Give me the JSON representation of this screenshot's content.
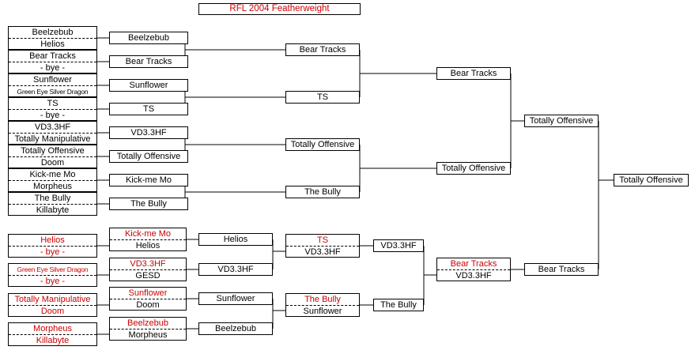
{
  "title": "RFL 2004 Featherweight",
  "colors": {
    "loser_text": "#cc0000",
    "line": "#000000"
  },
  "entrants": [
    [
      "Beelzebub",
      "Helios"
    ],
    [
      "Bear Tracks",
      "- bye -"
    ],
    [
      "Sunflower",
      "Green Eye Silver Dragon"
    ],
    [
      "TS",
      "- bye -"
    ],
    [
      "VD3.3HF",
      "Totally Manipulative"
    ],
    [
      "Totally Offensive",
      "Doom"
    ],
    [
      "Kick-me Mo",
      "Morpheus"
    ],
    [
      "The Bully",
      "Killabyte"
    ]
  ],
  "winners": {
    "r1": [
      "Beelzebub",
      "Bear Tracks",
      "Sunflower",
      "TS",
      "VD3.3HF",
      "Totally Offensive",
      "Kick-me Mo",
      "The Bully"
    ],
    "r2": [
      "Bear Tracks",
      "TS",
      "Totally Offensive",
      "The Bully"
    ],
    "r3": [
      "Bear Tracks",
      "Totally Offensive"
    ],
    "r4": "Totally Offensive",
    "champion": "Totally Offensive"
  },
  "losers": {
    "lr1": [
      [
        "Helios",
        "- bye -"
      ],
      [
        "Green Eye Silver Dragon",
        "- bye -"
      ],
      [
        "Totally Manipulative",
        "Doom"
      ],
      [
        "Morpheus",
        "Killabyte"
      ]
    ],
    "lr2": [
      [
        "Kick-me Mo",
        "Helios"
      ],
      [
        "VD3.3HF",
        "GESD"
      ],
      [
        "Sunflower",
        "Doom"
      ],
      [
        "Beelzebub",
        "Morpheus"
      ]
    ],
    "lr3": [
      "Helios",
      "VD3.3HF",
      "Sunflower",
      "Beelzebub"
    ],
    "lr4": [
      [
        "TS",
        "VD3.3HF"
      ],
      [
        "The Bully",
        "Sunflower"
      ]
    ],
    "lr5": [
      "VD3.3HF",
      "The Bully"
    ],
    "lr6": [
      [
        "Bear Tracks",
        "VD3.3HF"
      ]
    ],
    "lr7": "Bear Tracks"
  }
}
